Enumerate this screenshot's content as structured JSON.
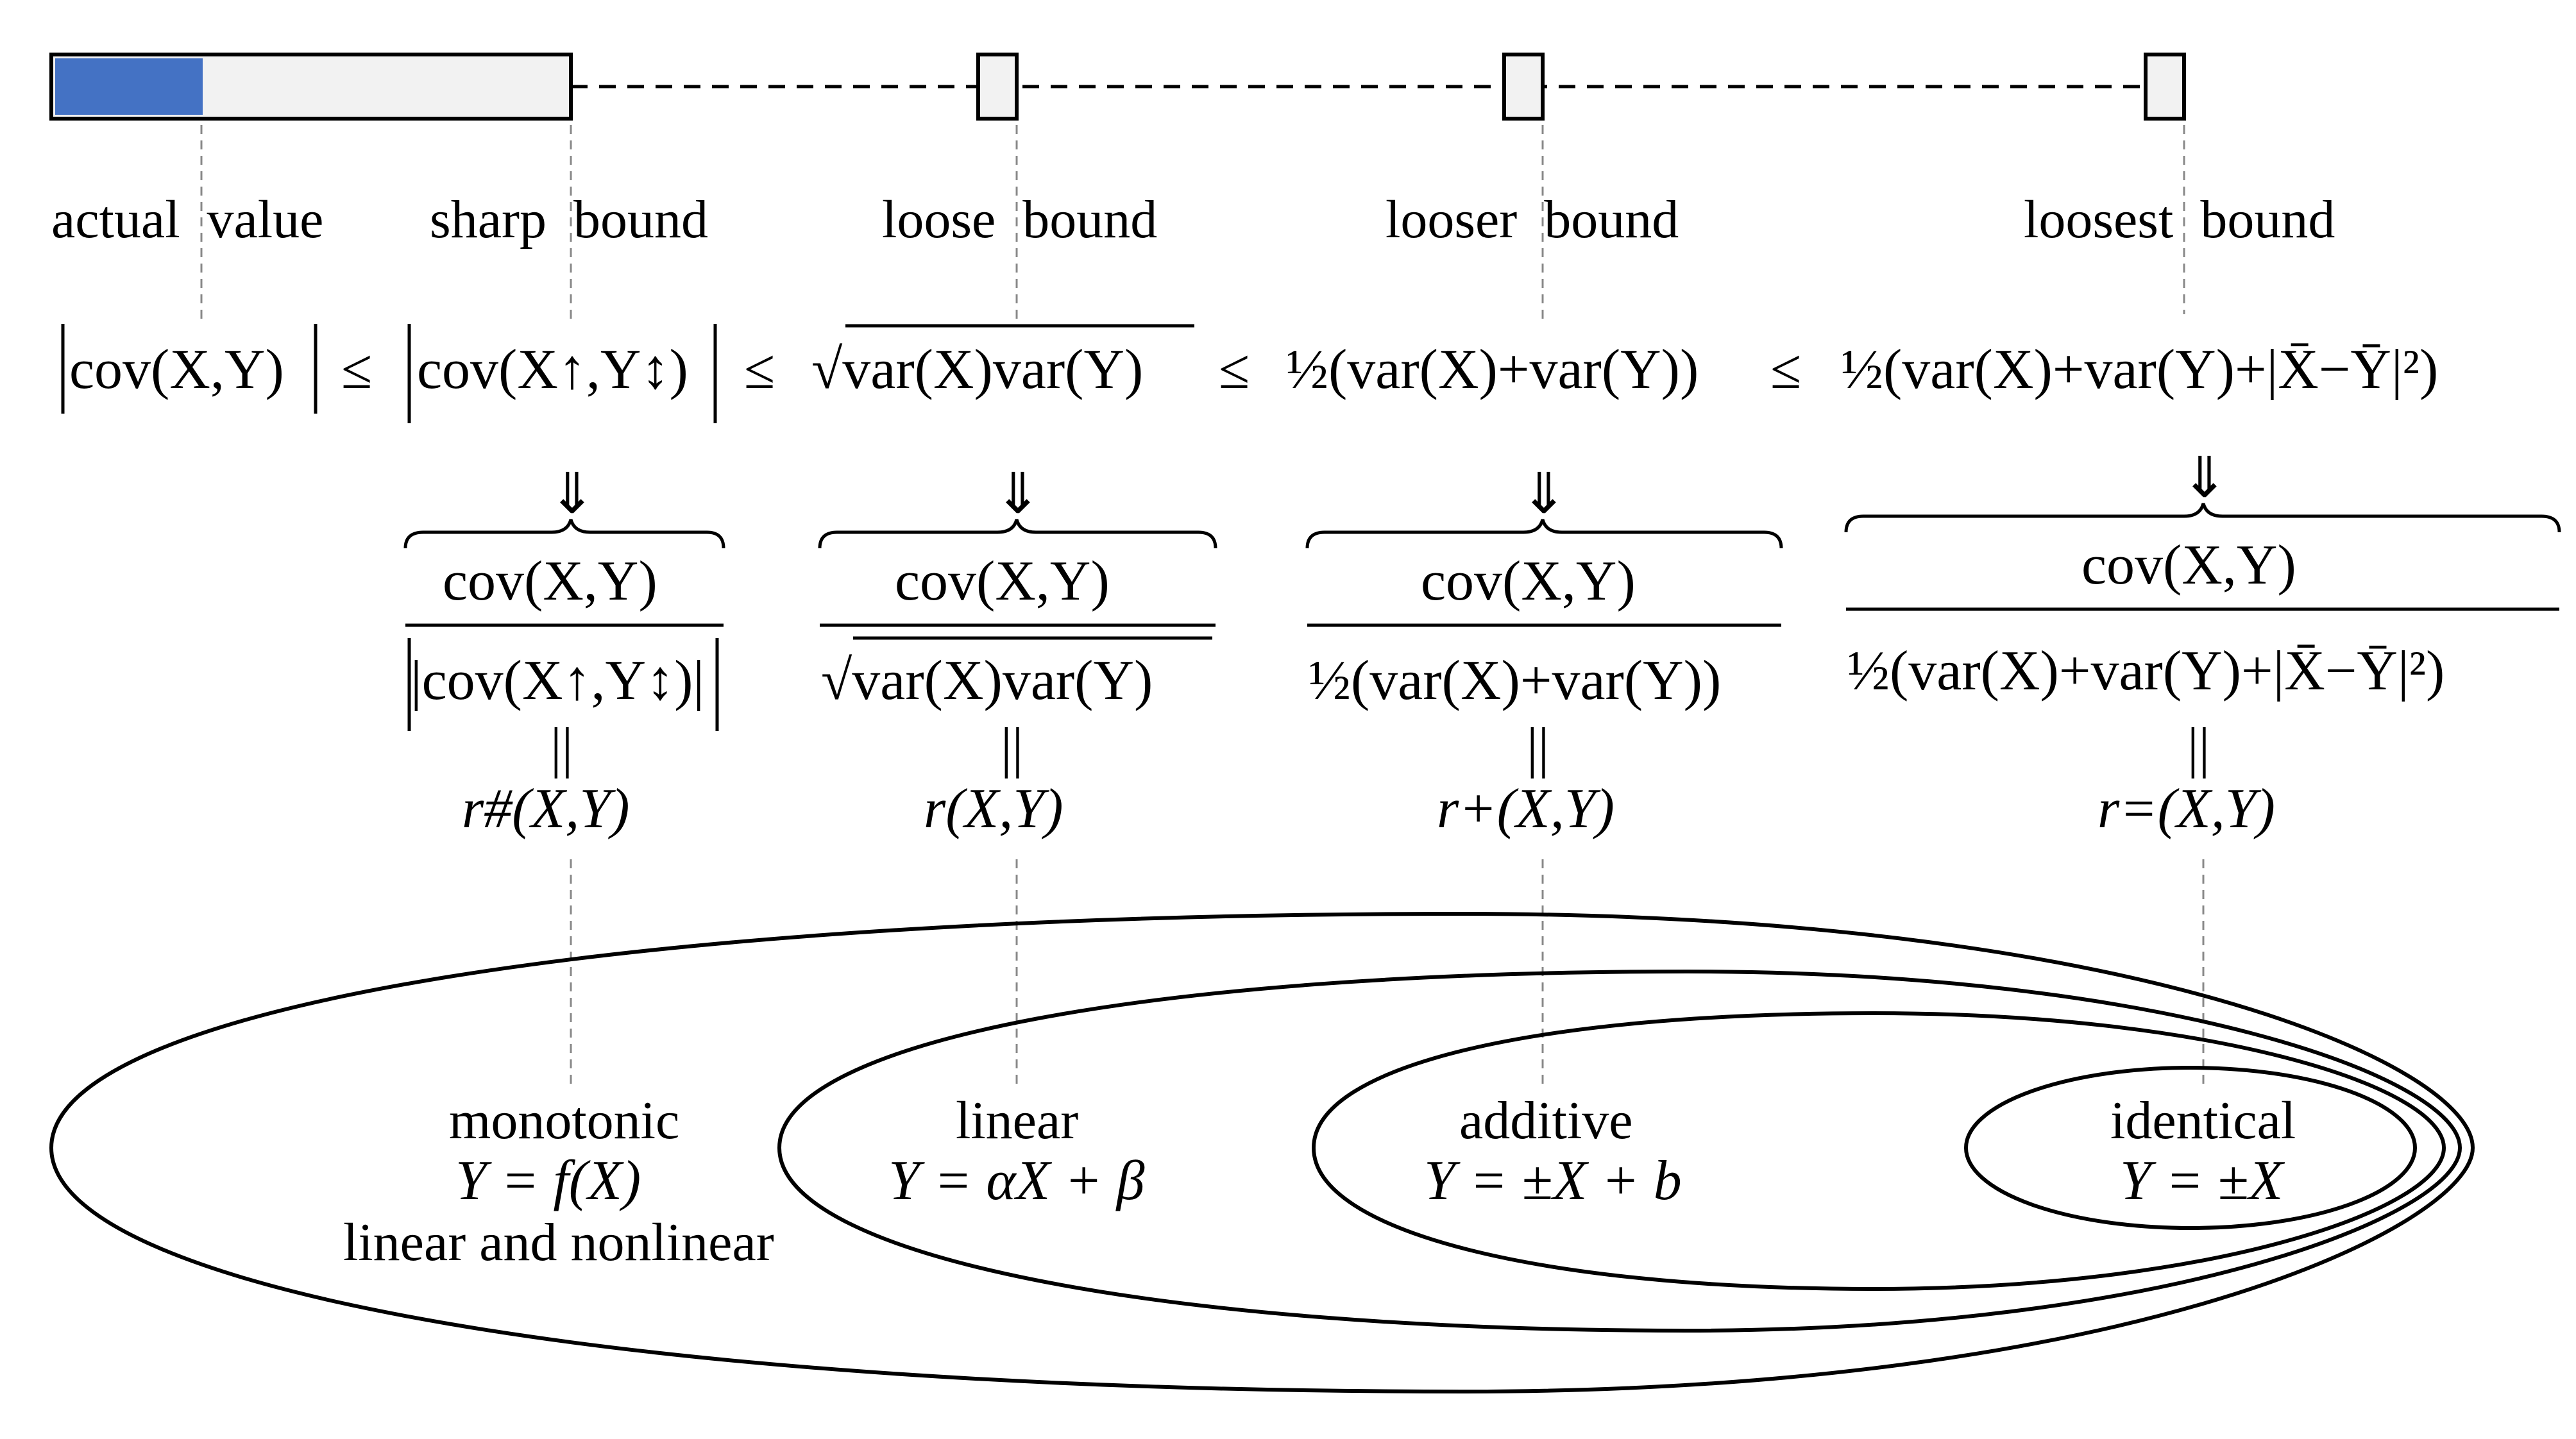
{
  "colors": {
    "actual_value_fill": "#4472C4",
    "bar_fill": "#F2F2F2",
    "stroke": "#000000",
    "guide": "#888888"
  },
  "bound_labels": {
    "actual_value": "actual  value",
    "sharp_bound": "sharp  bound",
    "loose_bound": "loose  bound",
    "looser_bound": "looser  bound",
    "loosest_bound": "loosest  bound"
  },
  "inequality_chain": {
    "cov_xy": "cov(X,Y)",
    "sharp": "cov(X↑,Y↕)",
    "loose": "√var(X)var(Y)",
    "looser": "½(var(X)+var(Y))",
    "loosest": "½(var(X)+var(Y)+|X̄−Ȳ|²)",
    "relation": "≤"
  },
  "implies": "⇓",
  "equals": "||",
  "ratios": [
    {
      "numerator": "cov(X,Y)",
      "denominator": "|cov(X↑,Y↕)|",
      "symbol": "r#(X,Y)"
    },
    {
      "numerator": "cov(X,Y)",
      "denominator": "√var(X)var(Y)",
      "symbol": "r(X,Y)"
    },
    {
      "numerator": "cov(X,Y)",
      "denominator": "½(var(X)+var(Y))",
      "symbol": "r+(X,Y)"
    },
    {
      "numerator": "cov(X,Y)",
      "denominator": "½(var(X)+var(Y)+|X̄−Ȳ|²)",
      "symbol": "r=(X,Y)"
    }
  ],
  "relationship_sets": [
    {
      "name": "monotonic",
      "formula": "Y = f(X)",
      "note": "linear and nonlinear"
    },
    {
      "name": "linear",
      "formula": "Y = αX + β"
    },
    {
      "name": "additive",
      "formula": "Y = ±X + b"
    },
    {
      "name": "identical",
      "formula": "Y = ±X"
    }
  ]
}
